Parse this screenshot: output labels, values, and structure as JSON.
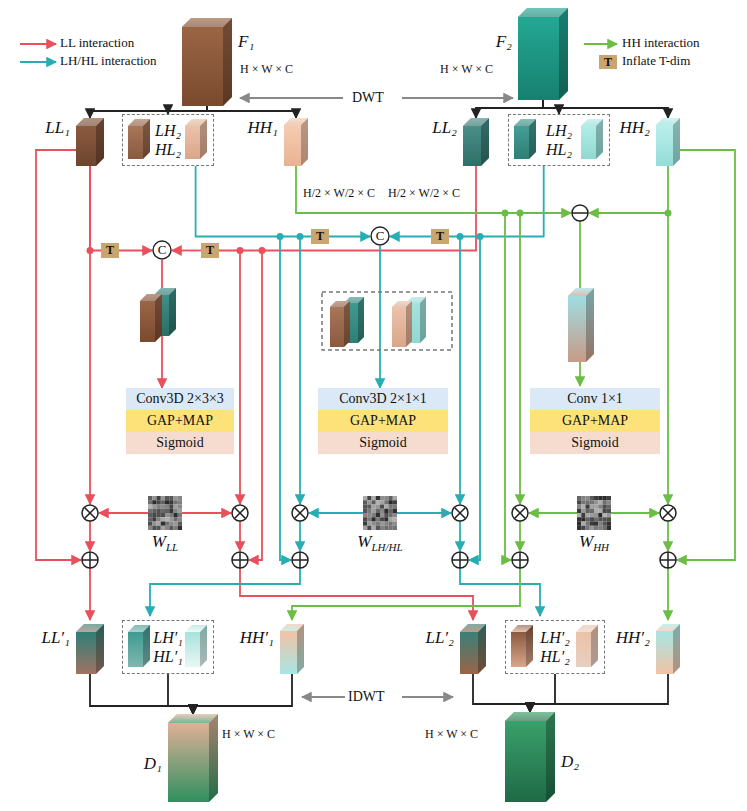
{
  "diagram": {
    "nodes": [
      {
        "text": [
          "F₁"
        ]
      },
      {
        "text": [
          "F₂"
        ]
      },
      {
        "text": [
          "LL₁"
        ]
      },
      {
        "text": [
          "LH₂",
          "HL₂"
        ]
      },
      {
        "text": [
          "HH₁"
        ]
      },
      {
        "text": [
          "LL₂"
        ]
      },
      {
        "text": [
          "LH₂",
          "HL₂"
        ]
      },
      {
        "text": [
          "HH₂"
        ]
      },
      {
        "text": [
          "T"
        ]
      },
      {
        "text": [
          "C"
        ]
      },
      {
        "text": [
          "T"
        ]
      },
      {
        "text": [
          "T"
        ]
      },
      {
        "text": [
          "C"
        ]
      },
      {
        "text": [
          "T"
        ]
      },
      {
        "text": [
          "Conv3D 2×3×3"
        ]
      },
      {
        "text": [
          "GAP+MAP"
        ]
      },
      {
        "text": [
          "Sigmoid"
        ]
      },
      {
        "text": [
          "Conv3D 2×1×1"
        ]
      },
      {
        "text": [
          "GAP+MAP"
        ]
      },
      {
        "text": [
          "Sigmoid"
        ]
      },
      {
        "text": [
          "Conv 1×1"
        ]
      },
      {
        "text": [
          "GAP+MAP"
        ]
      },
      {
        "text": [
          "Sigmoid"
        ]
      },
      {
        "text": [
          "W",
          "LL"
        ]
      },
      {
        "text": [
          "W",
          "LH/HL"
        ]
      },
      {
        "text": [
          "W",
          "HH"
        ]
      },
      {
        "text": [
          "LL′₁"
        ]
      },
      {
        "text": [
          "LH′₁",
          "HL′₁"
        ]
      },
      {
        "text": [
          "HH′₁"
        ]
      },
      {
        "text": [
          "LL′₂"
        ]
      },
      {
        "text": [
          "LH′₂",
          "HL′₂"
        ]
      },
      {
        "text": [
          "HH′₂"
        ]
      },
      {
        "text": [
          "D₁"
        ]
      },
      {
        "text": [
          "D₂"
        ]
      }
    ],
    "edges": [
      {
        "from": 0,
        "to": 2,
        "arrow": "to"
      },
      {
        "from": 0,
        "to": 3,
        "arrow": "to"
      },
      {
        "from": 0,
        "to": 4,
        "arrow": "to"
      },
      {
        "from": 1,
        "to": 5,
        "arrow": "to"
      },
      {
        "from": 1,
        "to": 6,
        "arrow": "to"
      },
      {
        "from": 1,
        "to": 7,
        "arrow": "to"
      },
      {
        "from": 2,
        "to": 8,
        "arrow": "none"
      },
      {
        "from": 8,
        "to": 9,
        "arrow": "to"
      },
      {
        "from": 5,
        "to": 10,
        "arrow": "none"
      },
      {
        "from": 10,
        "to": 9,
        "arrow": "to"
      },
      {
        "from": 3,
        "to": 11,
        "arrow": "none"
      },
      {
        "from": 11,
        "to": 12,
        "arrow": "to"
      },
      {
        "from": 6,
        "to": 13,
        "arrow": "none"
      },
      {
        "from": 13,
        "to": 12,
        "arrow": "to"
      },
      {
        "from": 9,
        "to": 14,
        "arrow": "to"
      },
      {
        "from": 12,
        "to": 17,
        "arrow": "to"
      },
      {
        "from": 26,
        "to": 32,
        "arrow": "to"
      },
      {
        "from": 27,
        "to": 32,
        "arrow": "to"
      },
      {
        "from": 28,
        "to": 32,
        "arrow": "to"
      },
      {
        "from": 29,
        "to": 33,
        "arrow": "to"
      },
      {
        "from": 30,
        "to": 33,
        "arrow": "to"
      },
      {
        "from": 31,
        "to": 33,
        "arrow": "to"
      }
    ],
    "labels": [
      "T",
      "H × W × C",
      "DWT",
      "H × W × C",
      "H/2 × W/2 × C",
      "H/2 × W/2 × C",
      "IDWT",
      "H × W × C",
      "H × W × C"
    ],
    "legend": [
      {
        "text": "LL interaction"
      },
      {
        "text": "LH/HL interaction"
      },
      {
        "text": "HH interaction"
      },
      {
        "text": "Inflate T-dim",
        "color": "#c9a56f"
      }
    ]
  }
}
